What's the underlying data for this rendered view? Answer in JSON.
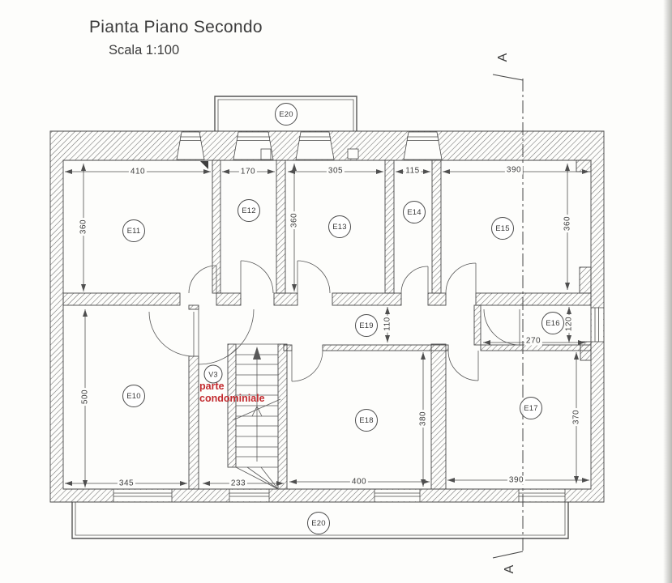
{
  "title": "Pianta Piano Secondo",
  "scale_label": "Scala 1:100",
  "section": {
    "letter": "A"
  },
  "rooms": {
    "e10": "E10",
    "e11": "E11",
    "e12": "E12",
    "e13": "E13",
    "e14": "E14",
    "e15": "E15",
    "e16": "E16",
    "e17": "E17",
    "e18": "E18",
    "e19": "E19",
    "e20": "E20",
    "v3": "V3"
  },
  "annotations": {
    "condominio_line1": "parte",
    "condominio_line2": "condominiale",
    "condominio_color": "#c22b2f"
  },
  "dims": {
    "e11_w": "410",
    "e12_w": "170",
    "e13_w": "305",
    "e14_w": "115",
    "e15_w": "390",
    "e11_h": "360",
    "e13_h": "360",
    "e15_h": "360",
    "e10_h": "500",
    "e19_h": "110",
    "e16_h": "120",
    "e16_w": "270",
    "e18_h": "380",
    "e17_h": "370",
    "e10_w": "345",
    "v3_w": "233",
    "e18_w": "400",
    "e17_w": "390"
  }
}
